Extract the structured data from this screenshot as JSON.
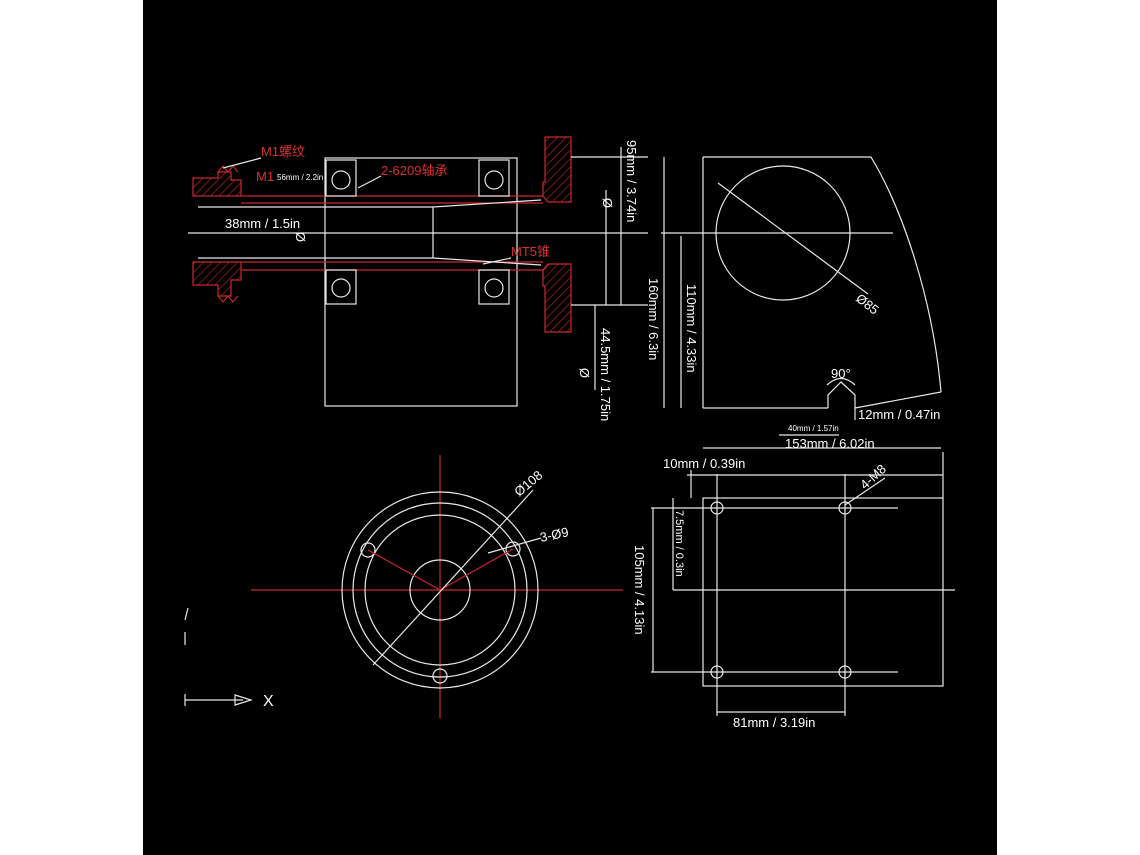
{
  "labels": {
    "m1_top": "M1螺纹",
    "m1_side": "M1",
    "m1_dim": "56mm / 2.2in",
    "bearing": "2-6209轴承",
    "bore": "38mm / 1.5in",
    "bore_sym": "Ø",
    "mt5": "MT5锥",
    "dim_95": "95mm / 3.74in",
    "dim_44_5": "44.5mm / 1.75in",
    "phi_a": "Ø",
    "phi_b": "Ø",
    "dim_160": "160mm / 6.3in",
    "dim_110": "110mm / 4.33in",
    "phi85": "Ø85",
    "angle90": "90°",
    "dim_40": "40mm / 1.57in",
    "dim_12": "12mm / 0.47in",
    "dim_153": "153mm / 6.02in",
    "phi108": "Ø108",
    "holes3": "3-Ø9",
    "dim_10": "10mm / 0.39in",
    "m8": "4-M8",
    "dim_7_5": "7.5mm / 0.3in",
    "dim_105": "105mm / 4.13in",
    "dim_81": "81mm / 3.19in",
    "axis_x": "X"
  },
  "colors": {
    "background": "#000000",
    "line": "#e8e8e8",
    "accent_red": "#c82828"
  }
}
